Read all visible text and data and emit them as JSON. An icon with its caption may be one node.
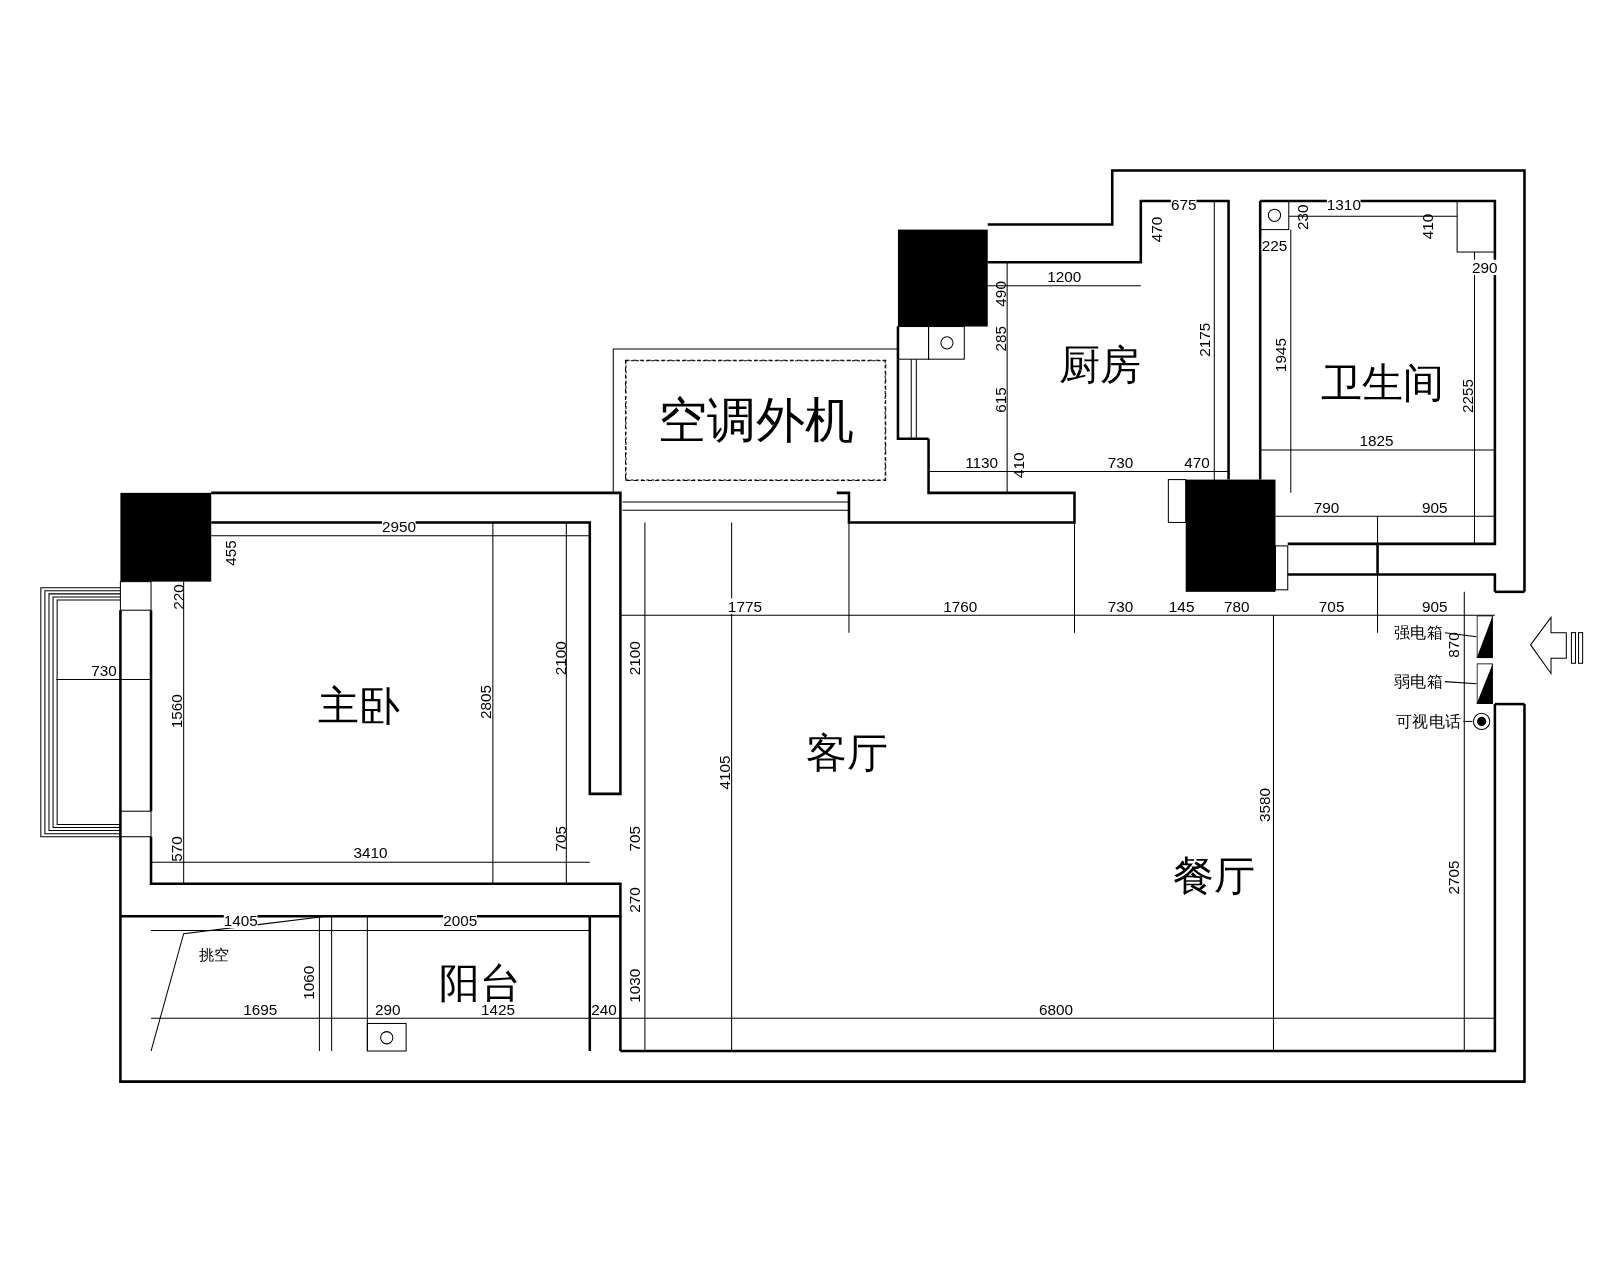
{
  "diagram": {
    "nodes": [
      {
        "text": [
          "厨房"
        ]
      },
      {
        "text": [
          "卫生间"
        ]
      },
      {
        "text": [
          "空调外机"
        ]
      },
      {
        "text": [
          "强电箱"
        ]
      },
      {
        "text": [],
        "shape": "box"
      },
      {
        "text": [
          "弱电箱"
        ]
      },
      {
        "text": [],
        "shape": "box"
      },
      {
        "text": [
          "主卧"
        ]
      },
      {
        "text": [
          "可视电话"
        ]
      },
      {
        "text": [],
        "shape": "circle"
      },
      {
        "text": [
          "客厅"
        ]
      },
      {
        "text": [
          "餐厅"
        ]
      },
      {
        "text": [
          "阳台"
        ]
      }
    ],
    "edges": [
      {
        "from": 3,
        "to": 4,
        "arrow": "none"
      },
      {
        "from": 5,
        "to": 6,
        "arrow": "none"
      },
      {
        "from": 8,
        "to": 9,
        "arrow": "none"
      }
    ],
    "labels": [
      "470",
      "675",
      "225",
      "230",
      "1310",
      "410",
      "490",
      "1200",
      "290",
      "285",
      "2175",
      "1945",
      "615",
      "2255",
      "1825",
      "1130",
      "410",
      "730",
      "470",
      "790",
      "905",
      "2950",
      "455",
      "220",
      "1775",
      "1760",
      "730",
      "145",
      "780",
      "705",
      "905",
      "730",
      "2100",
      "2100",
      "870",
      "1560",
      "2805",
      "4105",
      "3580",
      "570",
      "3410",
      "705",
      "705",
      "2705",
      "1405",
      "2005",
      "270",
      "挑空",
      "1695",
      "1060",
      "290",
      "1425",
      "240",
      "1030",
      "6800"
    ]
  }
}
